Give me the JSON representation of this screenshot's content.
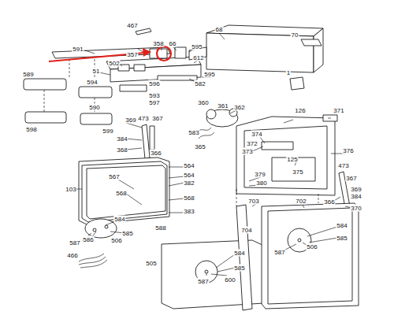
{
  "diagram": {
    "labels": [
      "467",
      "68",
      "70",
      "358",
      "66",
      "595",
      "591",
      "357",
      "612",
      "502",
      "51",
      "596",
      "595",
      "582",
      "1",
      "589",
      "594",
      "593",
      "597",
      "590",
      "361",
      "362",
      "360",
      "126",
      "371",
      "598",
      "599",
      "473",
      "369",
      "367",
      "583",
      "365",
      "374",
      "373",
      "372",
      "125",
      "376",
      "384",
      "368",
      "366",
      "375",
      "473",
      "367",
      "379",
      "380",
      "369",
      "384",
      "366",
      "370",
      "564",
      "567",
      "564",
      "382",
      "103",
      "568",
      "568",
      "383",
      "703",
      "702",
      "584",
      "588",
      "584",
      "704",
      "585",
      "585",
      "586",
      "506",
      "587",
      "506",
      "587",
      "466",
      "584",
      "505",
      "585",
      "587",
      "600"
    ]
  }
}
